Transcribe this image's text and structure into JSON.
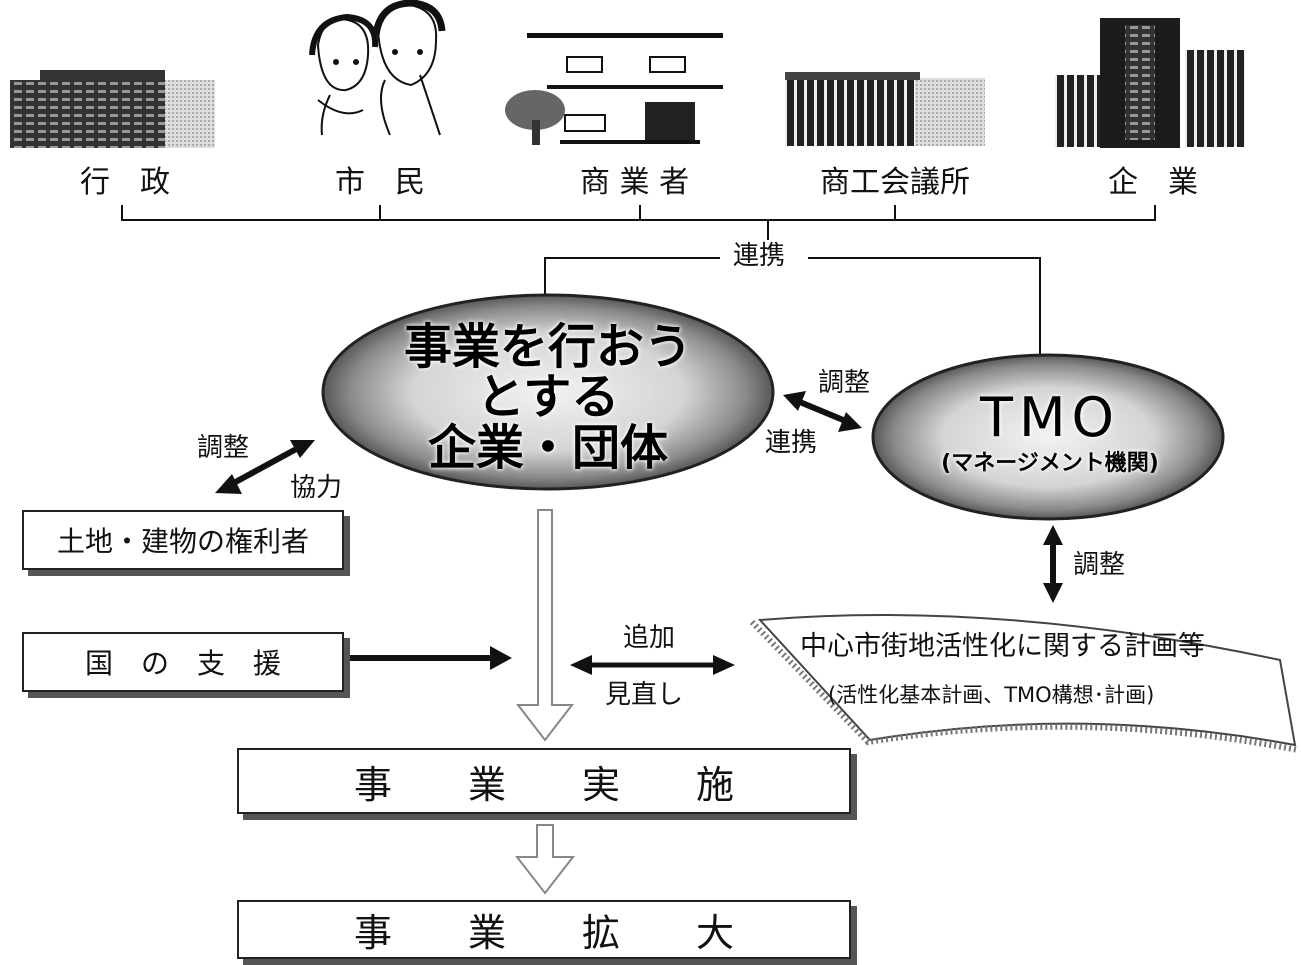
{
  "stakeholders": {
    "gyosei": "行　政",
    "shimin": "市　民",
    "shogyosha": "商 業 者",
    "shokokaigisho": "商工会議所",
    "kigyo": "企　業"
  },
  "link_renkei": "連携",
  "main_entity": {
    "line1": "事業を行おう",
    "line2": "とする",
    "line3": "企業・団体"
  },
  "tmo": {
    "title": "TMO",
    "subtitle": "(マネージメント機関)"
  },
  "arrow_labels": {
    "chosei_top": "調整",
    "renkei_mid": "連携",
    "chosei_left": "調整",
    "kyoryoku": "協力",
    "chosei_right": "調整",
    "tsuika": "追加",
    "minaoshi": "見直し"
  },
  "boxes": {
    "landowners": "土地・建物の権利者",
    "national_support": "国　の　支　援",
    "implementation": "事　　業　　実　　施",
    "expansion": "事　　業　　拡　　大"
  },
  "plan": {
    "title": "中心市街地活性化に関する計画等",
    "subtitle": "(活性化基本計画、TMO構想･計画)"
  },
  "colors": {
    "ink": "#111111",
    "ellipse_fill": "#cfcfcf",
    "ellipse_rim": "#3a3a3a",
    "building_dark": "#2a2a2a",
    "building_gray": "#8a8a8a"
  }
}
